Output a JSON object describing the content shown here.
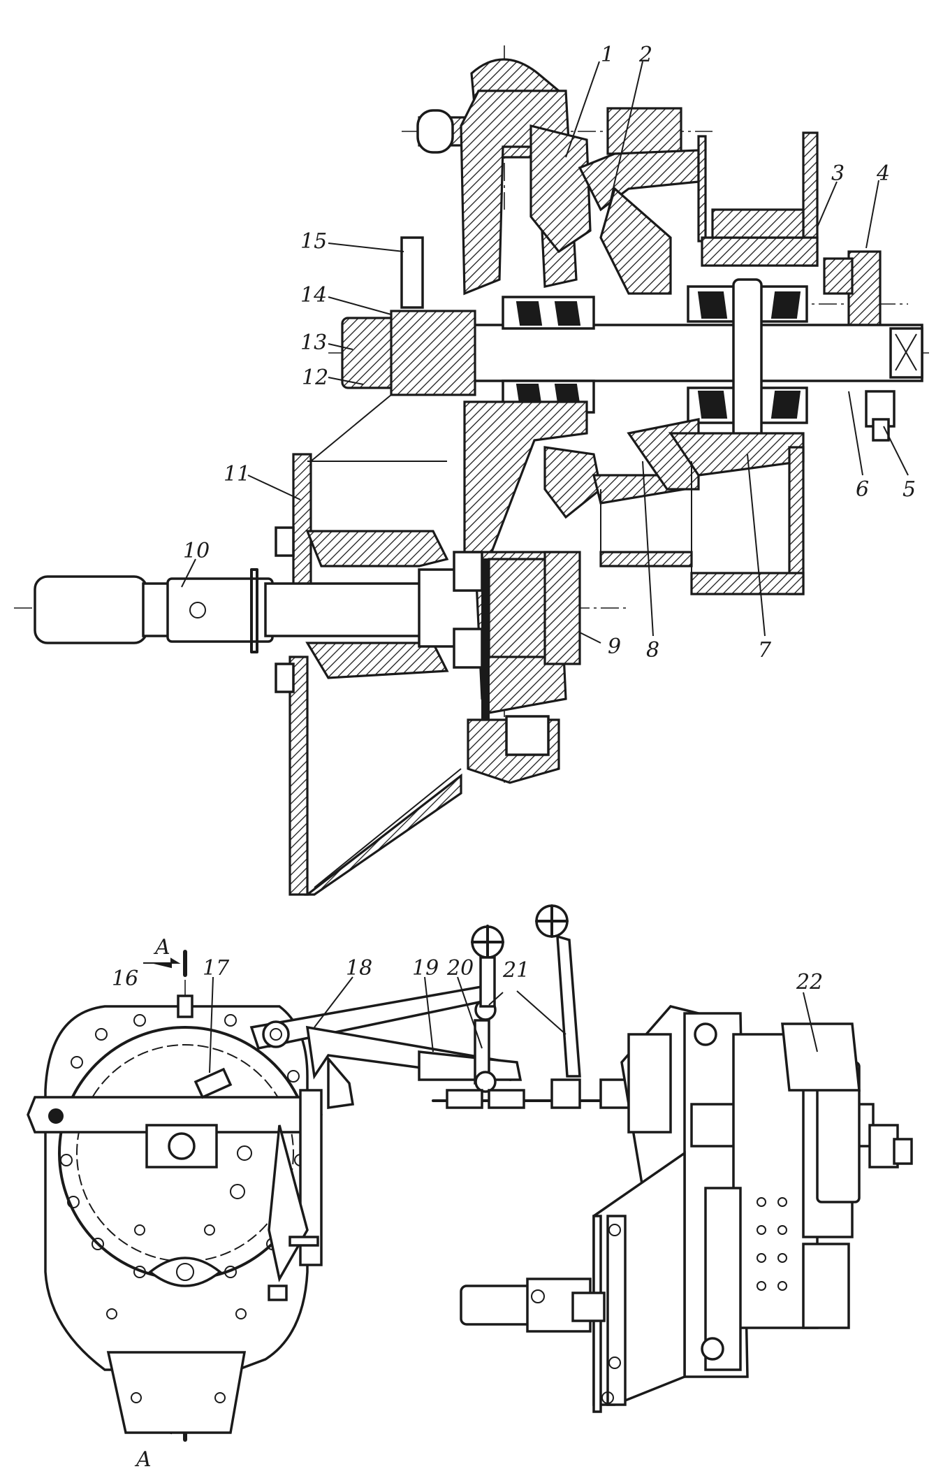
{
  "figure": {
    "top_view_labels": [
      "1",
      "2",
      "3",
      "4",
      "5",
      "6",
      "7",
      "8",
      "9",
      "10",
      "11",
      "12",
      "13",
      "14",
      "15"
    ],
    "bottom_view_labels": [
      "16",
      "17",
      "18",
      "19",
      "20",
      "21",
      "22"
    ],
    "section_marker": "A"
  }
}
